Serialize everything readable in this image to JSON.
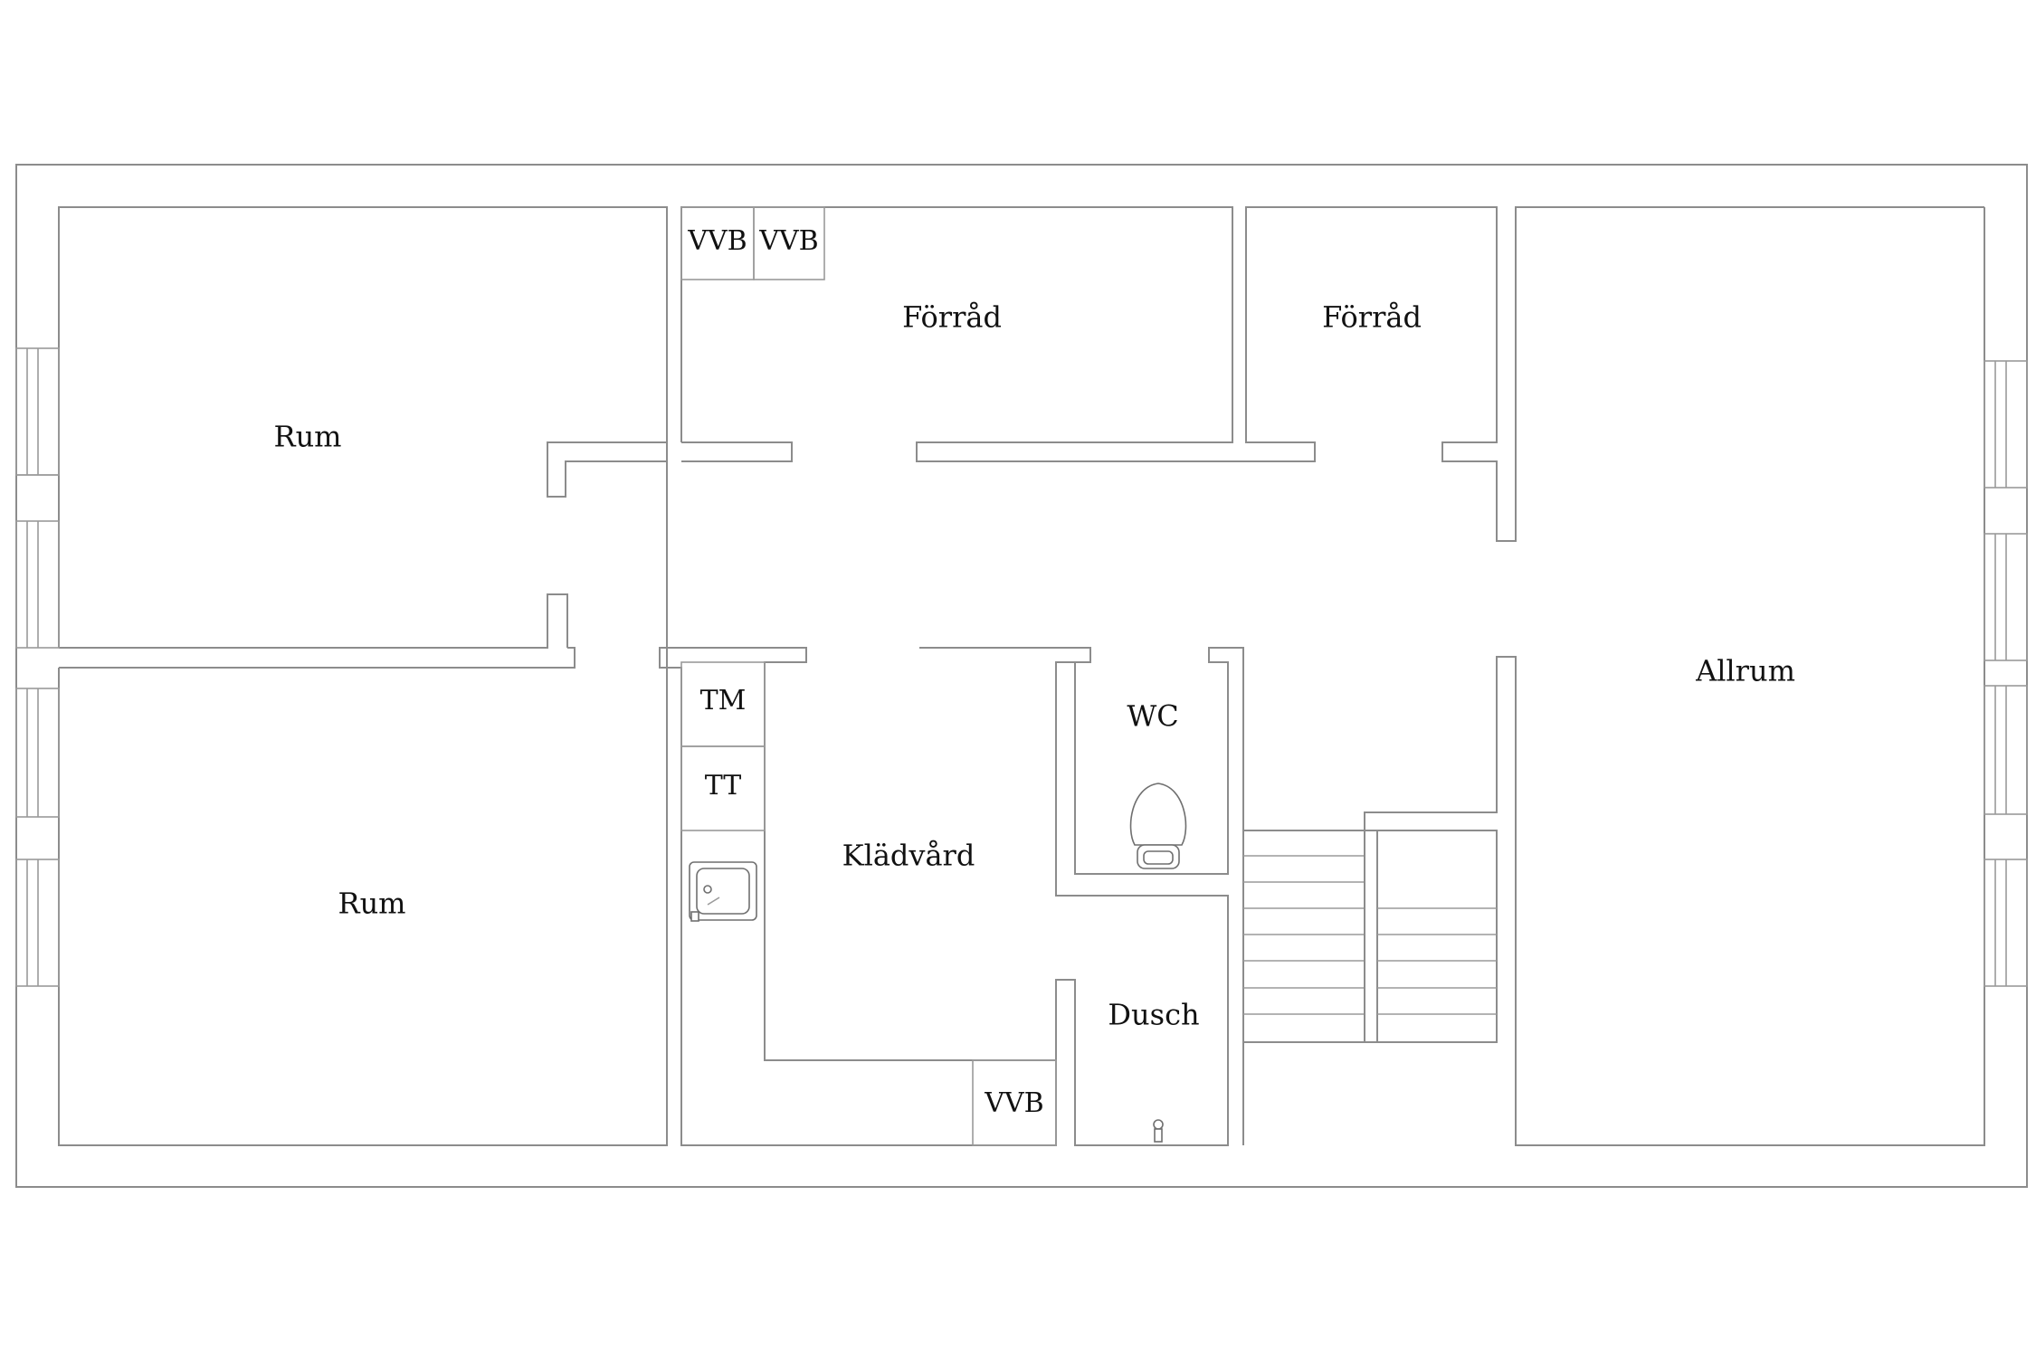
{
  "rooms": {
    "rum_top": "Rum",
    "rum_bottom": "Rum",
    "forrad_1": "Förråd",
    "forrad_2": "Förråd",
    "allrum": "Allrum",
    "kladvard": "Klädvård",
    "wc": "WC",
    "dusch": "Dusch"
  },
  "fixtures": {
    "vvb_1": "VVB",
    "vvb_2": "VVB",
    "vvb_3": "VVB",
    "tm": "TM",
    "tt": "TT"
  },
  "icons": {
    "toilet": "toilet-icon",
    "sink": "sink-icon",
    "shower": "shower-drain-icon",
    "stairs": "stairs-icon",
    "window": "window-icon"
  }
}
